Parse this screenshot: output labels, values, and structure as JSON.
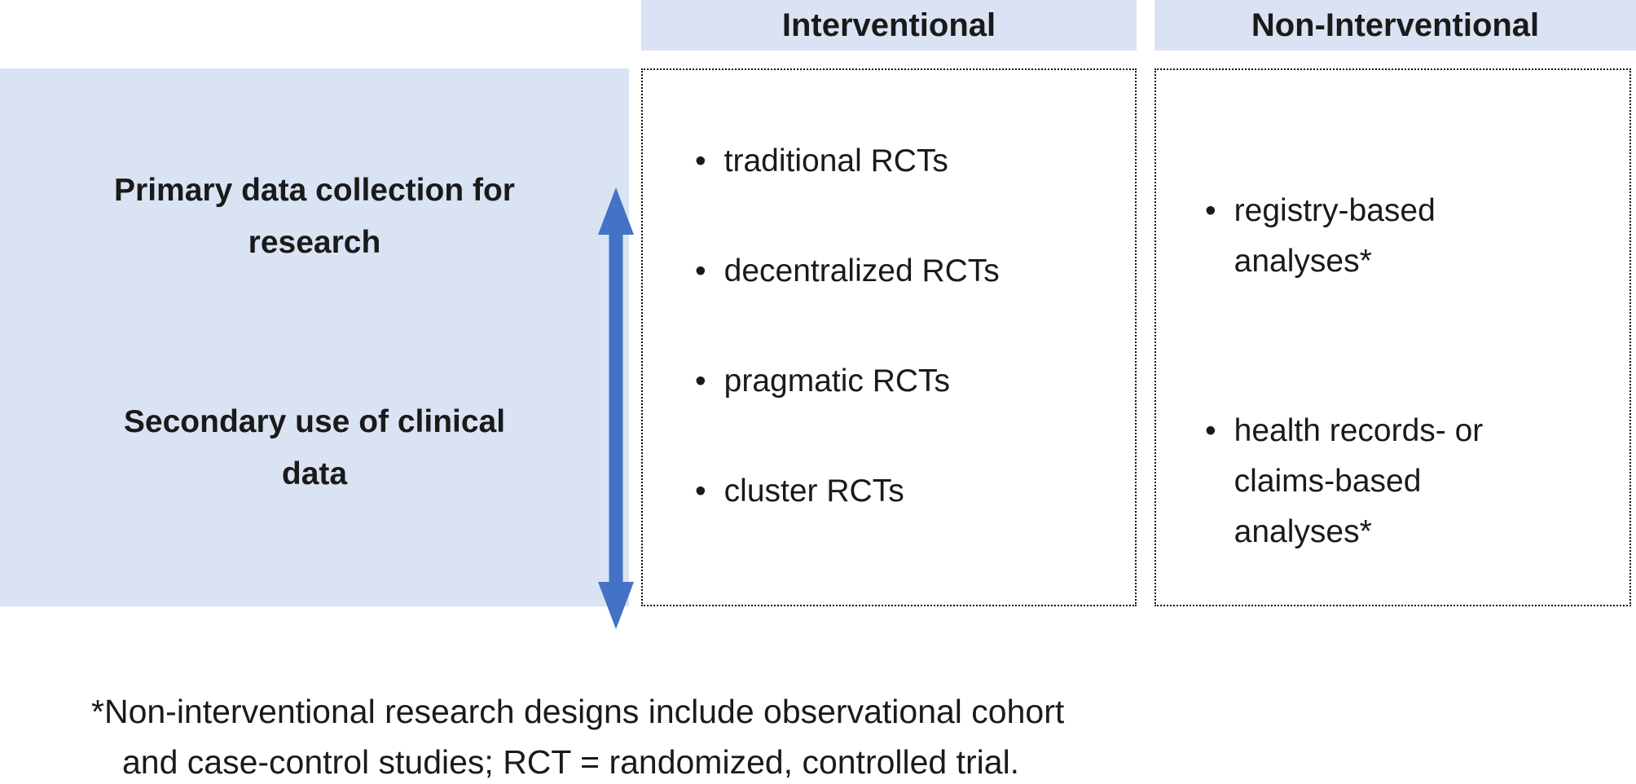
{
  "colors": {
    "panel_blue": "#dae3f3",
    "arrow_blue": "#4472c4",
    "border_dotted": "#111111",
    "text": "#1a1a1a"
  },
  "columns": {
    "interventional": {
      "header": "Interventional",
      "items": [
        "traditional RCTs",
        "decentralized RCTs",
        "pragmatic RCTs",
        "cluster RCTs"
      ]
    },
    "non_interventional": {
      "header": "Non-Interventional",
      "items": [
        "registry-based analyses*",
        "health records- or claims-based analyses*"
      ]
    }
  },
  "row_labels": {
    "primary": "Primary data collection for research",
    "secondary": "Secondary use of clinical data"
  },
  "icons": {
    "double_arrow": "vertical-double-arrow"
  },
  "footnote": {
    "lines": [
      "*Non-interventional research designs include observational cohort",
      "and case-control studies; RCT = randomized, controlled trial."
    ]
  }
}
